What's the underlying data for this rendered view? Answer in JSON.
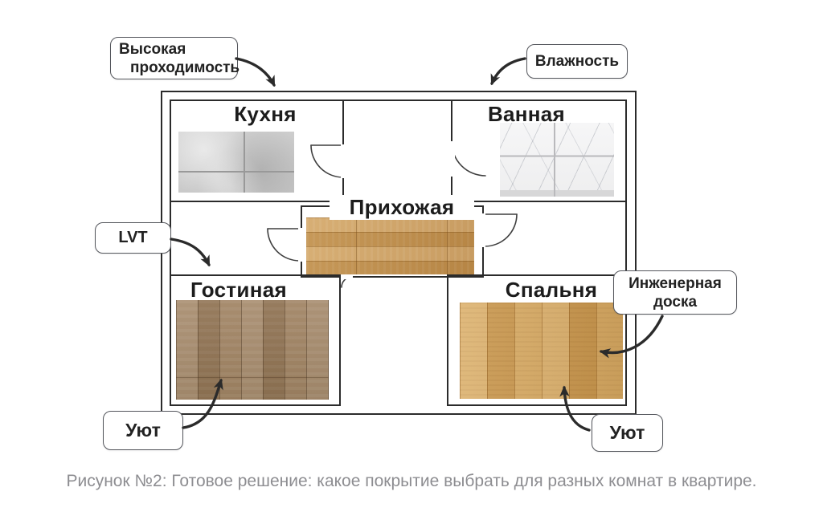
{
  "figure": {
    "caption": "Рисунок №2: Готовое решение: какое покрытие выбрать для разных комнат в квартире."
  },
  "rooms": {
    "kitchen": {
      "label": "Кухня"
    },
    "bathroom": {
      "label": "Ванная"
    },
    "hallway": {
      "label": "Прихожая"
    },
    "living": {
      "label": "Гостиная"
    },
    "bedroom": {
      "label": "Спальня"
    }
  },
  "callouts": {
    "traffic": {
      "line1": "Высокая",
      "line2": "проходимость"
    },
    "humidity": {
      "label": "Влажность"
    },
    "lvt": {
      "label": "LVT"
    },
    "engineered": {
      "label": "Инженерная доска"
    },
    "cozy_left": {
      "label": "Уют"
    },
    "cozy_right": {
      "label": "Уют"
    }
  },
  "colors": {
    "wall": "#2b2b2b",
    "callout_border": "#54565c",
    "caption_text": "#8d8d91",
    "kitchen_tile": "#cdcdcd",
    "bathroom_marble": "#f4f4f5",
    "hallway_wood": "#c99a57",
    "living_wood": "#9e8260",
    "bedroom_wood": "#cfa45e"
  }
}
